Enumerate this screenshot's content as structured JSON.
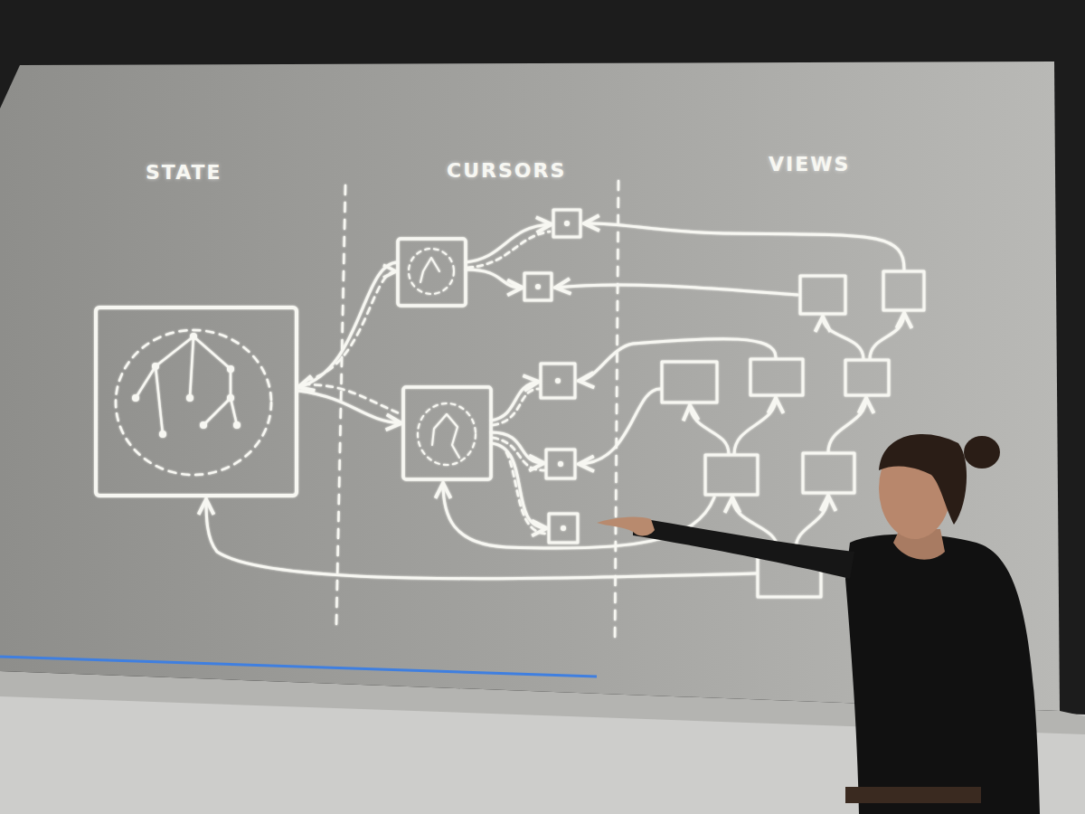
{
  "diagram": {
    "labels": [
      "STATE",
      "CURSORS",
      "VIEWS"
    ]
  }
}
